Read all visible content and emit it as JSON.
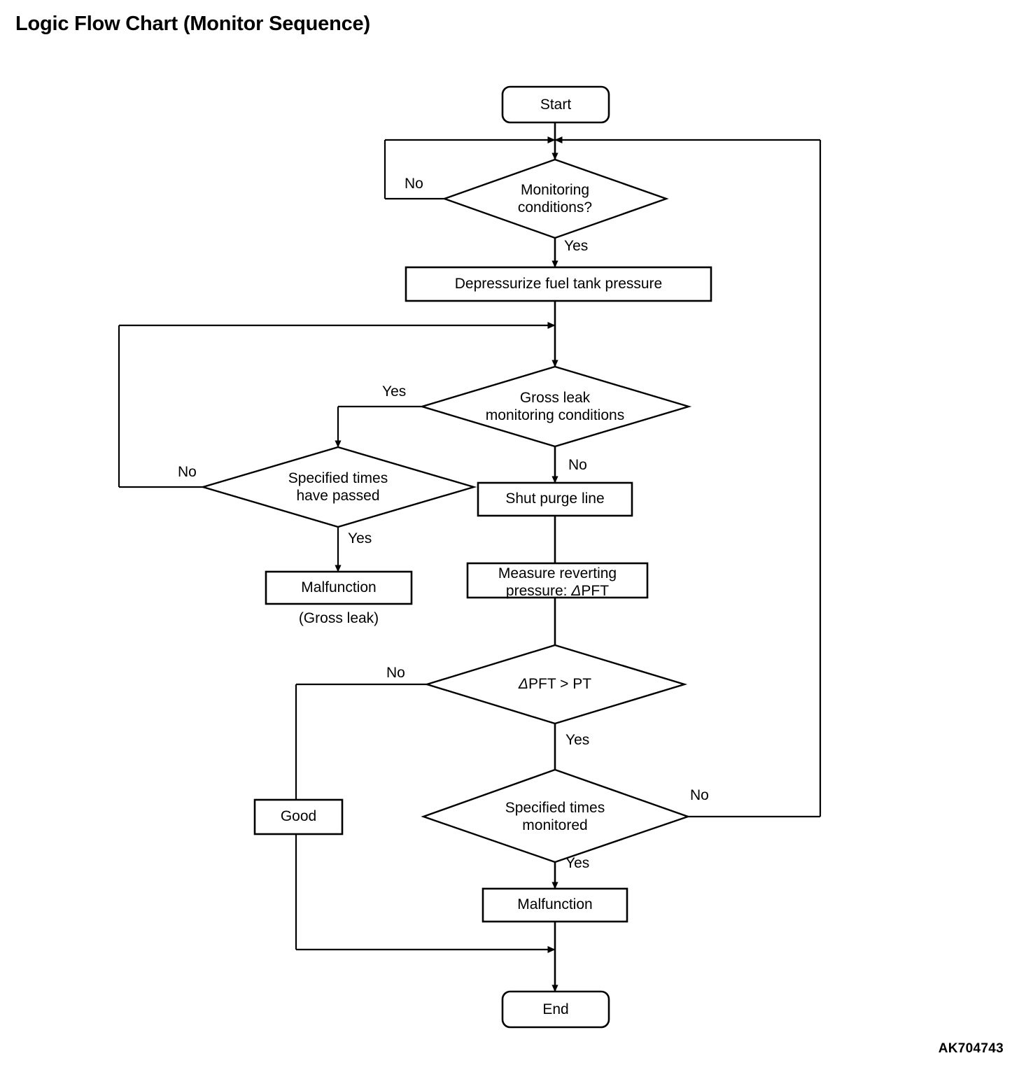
{
  "title": "Logic Flow Chart (Monitor Sequence)",
  "reference_code": "AK704743",
  "chart_data": {
    "type": "diagram",
    "diagram_kind": "flowchart",
    "title": "Logic Flow Chart (Monitor Sequence)",
    "orientation": "top-to-bottom",
    "nodes": [
      {
        "id": "start",
        "shape": "terminator",
        "label": "Start"
      },
      {
        "id": "monitoring",
        "shape": "decision",
        "label": "Monitoring conditions?",
        "line1": "Monitoring",
        "line2": "conditions?"
      },
      {
        "id": "depressurize",
        "shape": "process",
        "label": "Depressurize fuel tank pressure"
      },
      {
        "id": "gross_leak_cond",
        "shape": "decision",
        "label": "Gross leak monitoring conditions",
        "line1": "Gross leak",
        "line2": "monitoring conditions"
      },
      {
        "id": "times_passed",
        "shape": "decision",
        "label": "Specified times have passed",
        "line1": "Specified times",
        "line2": "have passed"
      },
      {
        "id": "malfunction_gross",
        "shape": "process",
        "label": "Malfunction",
        "caption": "(Gross leak)"
      },
      {
        "id": "shut_purge",
        "shape": "process",
        "label": "Shut purge line"
      },
      {
        "id": "measure_pressure",
        "shape": "process",
        "label": "Measure reverting pressure:  ΔPFT",
        "line1": "Measure reverting",
        "line2_pre": "pressure:  ",
        "line2_delta": "Δ",
        "line2_post": "PFT"
      },
      {
        "id": "pft_compare",
        "shape": "decision",
        "label": "ΔPFT > PT",
        "delta": "Δ",
        "rest": "PFT > PT"
      },
      {
        "id": "times_monitored",
        "shape": "decision",
        "label": "Specified times monitored",
        "line1": "Specified times",
        "line2": "monitored"
      },
      {
        "id": "good",
        "shape": "process",
        "label": "Good"
      },
      {
        "id": "malfunction",
        "shape": "process",
        "label": "Malfunction"
      },
      {
        "id": "end",
        "shape": "terminator",
        "label": "End"
      }
    ],
    "edges": [
      {
        "from": "start",
        "to": "monitoring",
        "label": ""
      },
      {
        "from": "monitoring",
        "to": "monitoring",
        "label": "No",
        "note": "loops back above decision"
      },
      {
        "from": "monitoring",
        "to": "depressurize",
        "label": "Yes"
      },
      {
        "from": "depressurize",
        "to": "gross_leak_cond",
        "label": ""
      },
      {
        "from": "gross_leak_cond",
        "to": "times_passed",
        "label": "Yes"
      },
      {
        "from": "gross_leak_cond",
        "to": "shut_purge",
        "label": "No"
      },
      {
        "from": "times_passed",
        "to": "gross_leak_cond",
        "label": "No",
        "note": "loops back to gross leak decision"
      },
      {
        "from": "times_passed",
        "to": "malfunction_gross",
        "label": "Yes"
      },
      {
        "from": "shut_purge",
        "to": "measure_pressure",
        "label": ""
      },
      {
        "from": "measure_pressure",
        "to": "pft_compare",
        "label": ""
      },
      {
        "from": "pft_compare",
        "to": "good",
        "label": "No"
      },
      {
        "from": "pft_compare",
        "to": "times_monitored",
        "label": "Yes"
      },
      {
        "from": "times_monitored",
        "to": "monitoring",
        "label": "No",
        "note": "loops back to top merge"
      },
      {
        "from": "times_monitored",
        "to": "malfunction",
        "label": "Yes"
      },
      {
        "from": "malfunction",
        "to": "end",
        "label": ""
      },
      {
        "from": "good",
        "to": "end",
        "label": ""
      }
    ],
    "branch_labels": {
      "monitoring_no": "No",
      "monitoring_yes": "Yes",
      "gross_leak_yes": "Yes",
      "gross_leak_no": "No",
      "times_passed_no": "No",
      "times_passed_yes": "Yes",
      "pft_no": "No",
      "pft_yes": "Yes",
      "monitored_no": "No",
      "monitored_yes": "Yes"
    },
    "stroke_color": "#000000",
    "fill_color": "#ffffff"
  }
}
